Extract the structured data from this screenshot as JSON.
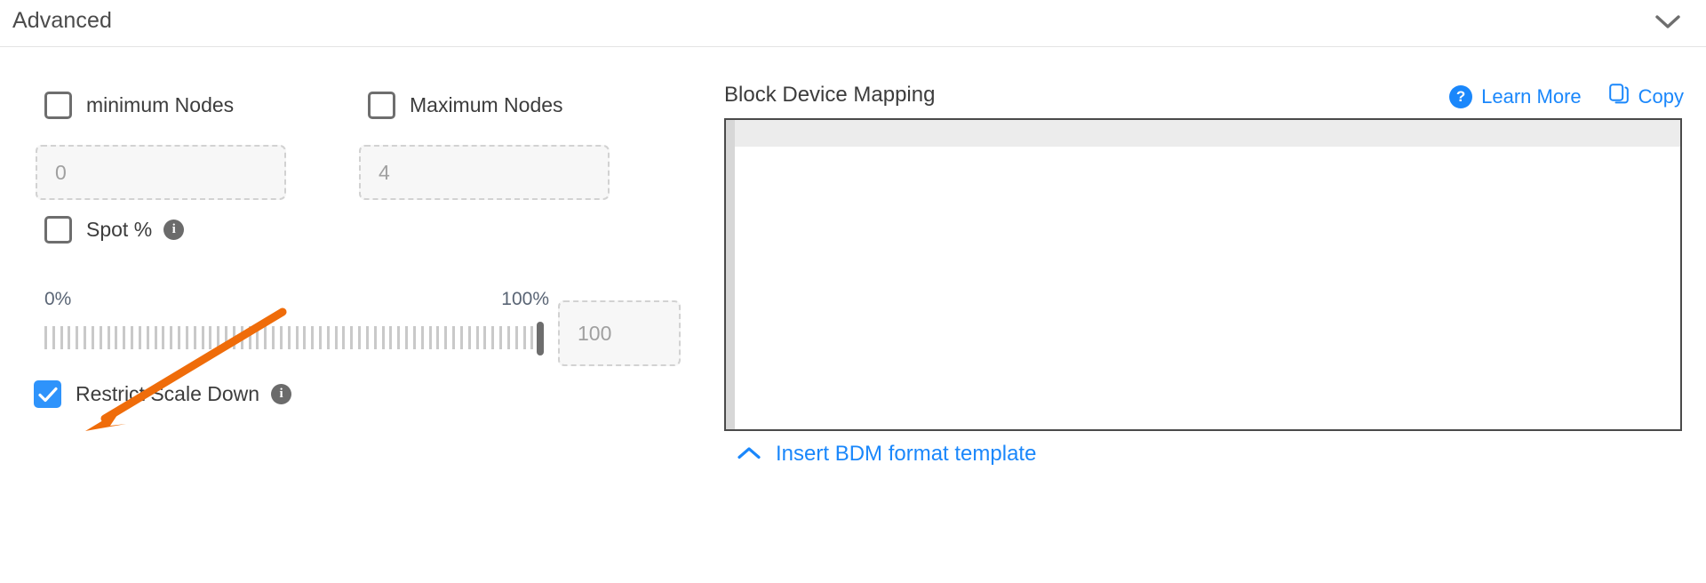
{
  "header": {
    "title": "Advanced",
    "collapse_icon": "chevron-down-icon"
  },
  "left": {
    "min_nodes": {
      "checkbox_label": "minimum Nodes",
      "checked": false,
      "input_placeholder": "0",
      "input_value": ""
    },
    "max_nodes": {
      "checkbox_label": "Maximum Nodes",
      "checked": false,
      "input_placeholder": "4",
      "input_value": ""
    },
    "spot": {
      "checkbox_label": "Spot %",
      "checked": false,
      "info_icon": "info-icon",
      "info_glyph": "i"
    },
    "slider": {
      "min_label": "0%",
      "max_label": "100%",
      "value": 100,
      "input_placeholder": "100",
      "input_value": "",
      "tick_count": 64
    },
    "restrict_scale_down": {
      "checkbox_label": "Restrict Scale Down",
      "checked": true,
      "info_icon": "info-icon",
      "info_glyph": "i",
      "check_icon": "check-icon"
    },
    "annotation": {
      "type": "arrow",
      "color": "#ef6c0a",
      "points_at": "restrict-scale-down-checkbox"
    }
  },
  "right": {
    "title": "Block Device Mapping",
    "learn_more": {
      "label": "Learn More",
      "icon": "question-mark-icon",
      "icon_glyph": "?"
    },
    "copy": {
      "label": "Copy",
      "icon": "copy-icon"
    },
    "editor": {
      "content": "",
      "placeholder": ""
    },
    "insert_template": {
      "label": "Insert BDM format template",
      "icon": "chevron-up-icon"
    }
  },
  "colors": {
    "accent_blue": "#1a87fb",
    "checkbox_blue": "#2e93fb",
    "annotation_orange": "#ef6c0a",
    "text_dark": "#3c3c3c",
    "muted": "#a0a0a0"
  }
}
